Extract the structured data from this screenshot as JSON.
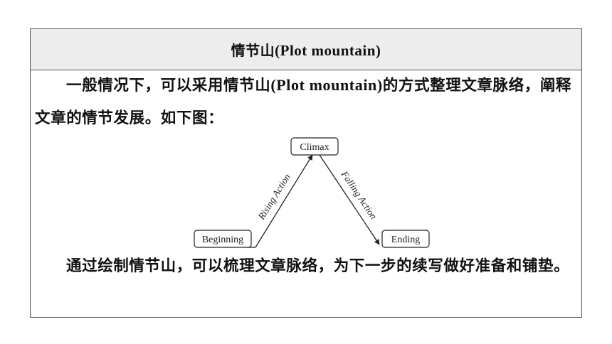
{
  "title": {
    "zh": "情节山",
    "en": "(Plot mountain)"
  },
  "paragraph1": {
    "before": "一般情况下，可以采用情节山",
    "latin": "(Plot mountain)",
    "after": "的方式整理文章脉络，阐释文章的情节发展。如下图："
  },
  "diagram": {
    "start": "Beginning",
    "peak": "Climax",
    "end": "Ending",
    "rising": "Rising Action",
    "falling": "Falling Action"
  },
  "paragraph2": {
    "text": "通过绘制情节山，可以梳理文章脉络，为下一步的续写做好准备和铺垫。"
  }
}
